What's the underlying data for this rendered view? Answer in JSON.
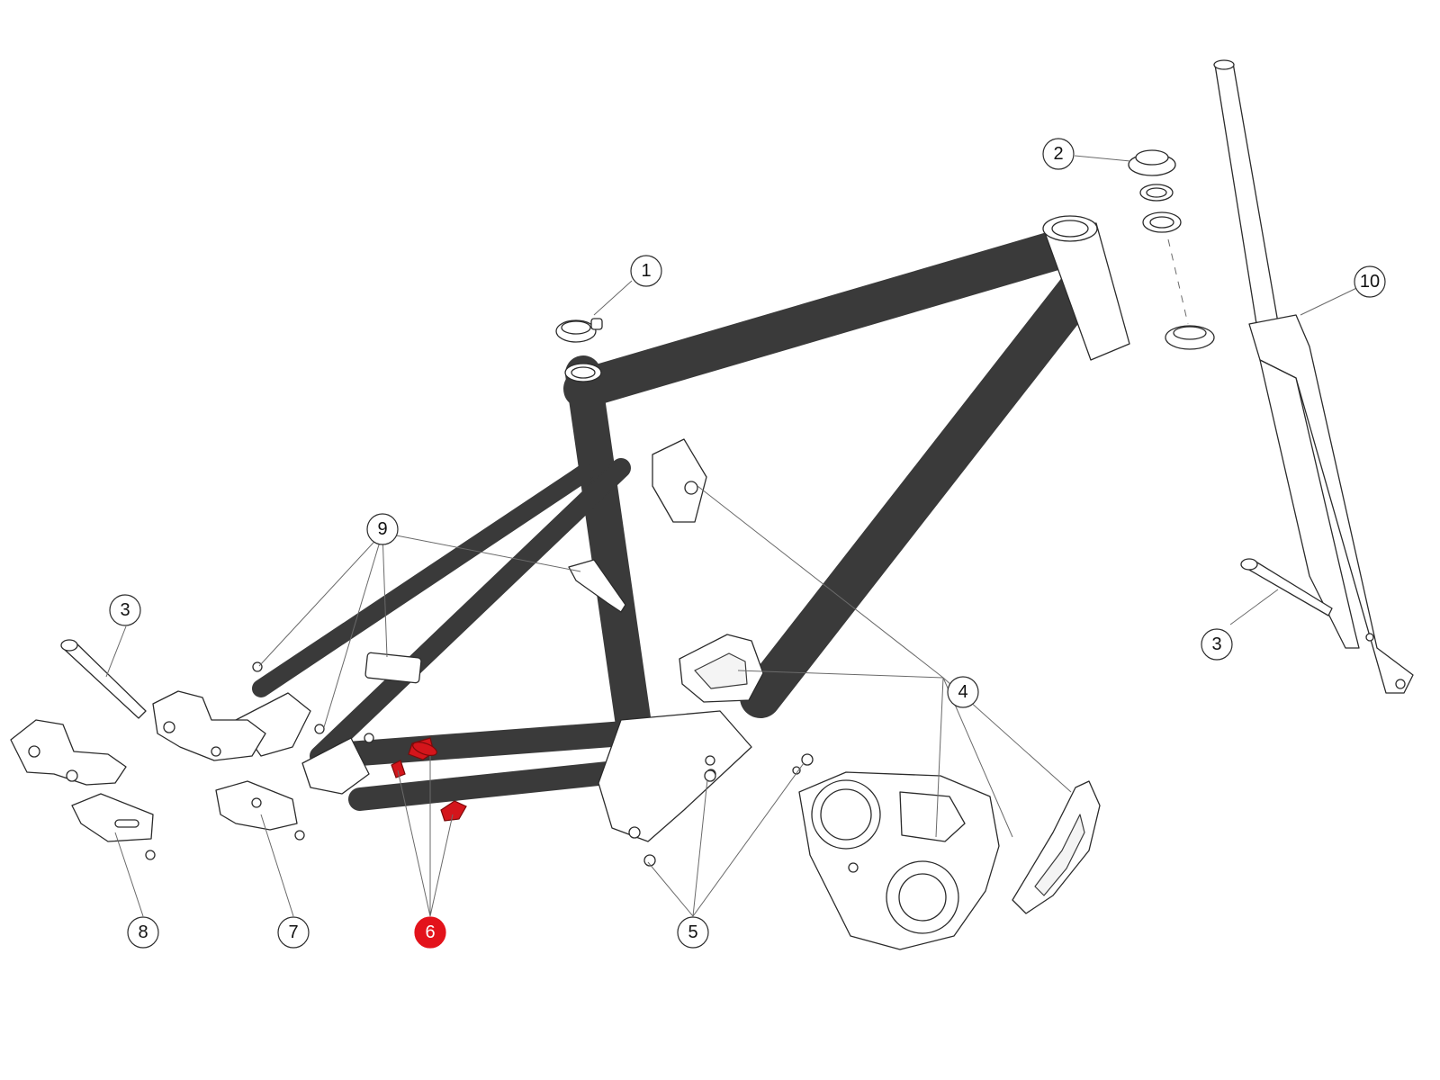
{
  "diagram": {
    "highlight_color": "#e3131b",
    "line_color": "#2b2b2b",
    "callouts": [
      {
        "id": "c1",
        "label": "1",
        "highlighted": false
      },
      {
        "id": "c2",
        "label": "2",
        "highlighted": false
      },
      {
        "id": "c3a",
        "label": "3",
        "highlighted": false
      },
      {
        "id": "c3b",
        "label": "3",
        "highlighted": false
      },
      {
        "id": "c4",
        "label": "4",
        "highlighted": false
      },
      {
        "id": "c5",
        "label": "5",
        "highlighted": false
      },
      {
        "id": "c6",
        "label": "6",
        "highlighted": true
      },
      {
        "id": "c7",
        "label": "7",
        "highlighted": false
      },
      {
        "id": "c8",
        "label": "8",
        "highlighted": false
      },
      {
        "id": "c9",
        "label": "9",
        "highlighted": false
      },
      {
        "id": "c10",
        "label": "10",
        "highlighted": false
      }
    ]
  }
}
